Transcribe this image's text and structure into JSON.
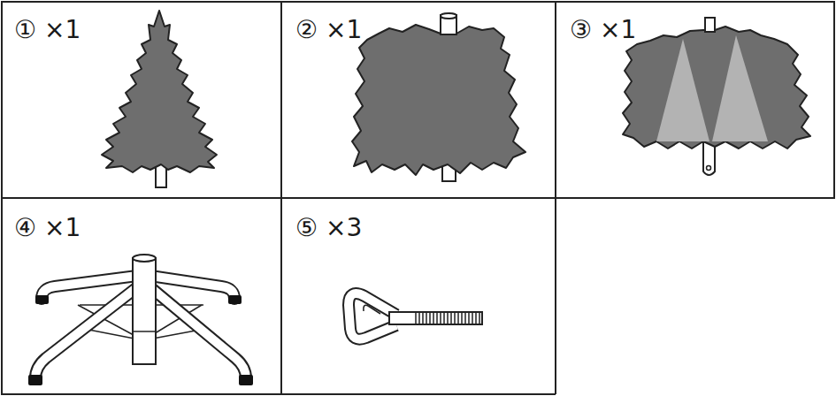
{
  "diagram": {
    "labels": [
      "①",
      "×1",
      "②",
      "×1",
      "③",
      "×1",
      "④",
      "×1",
      "⑤",
      "×3"
    ]
  }
}
